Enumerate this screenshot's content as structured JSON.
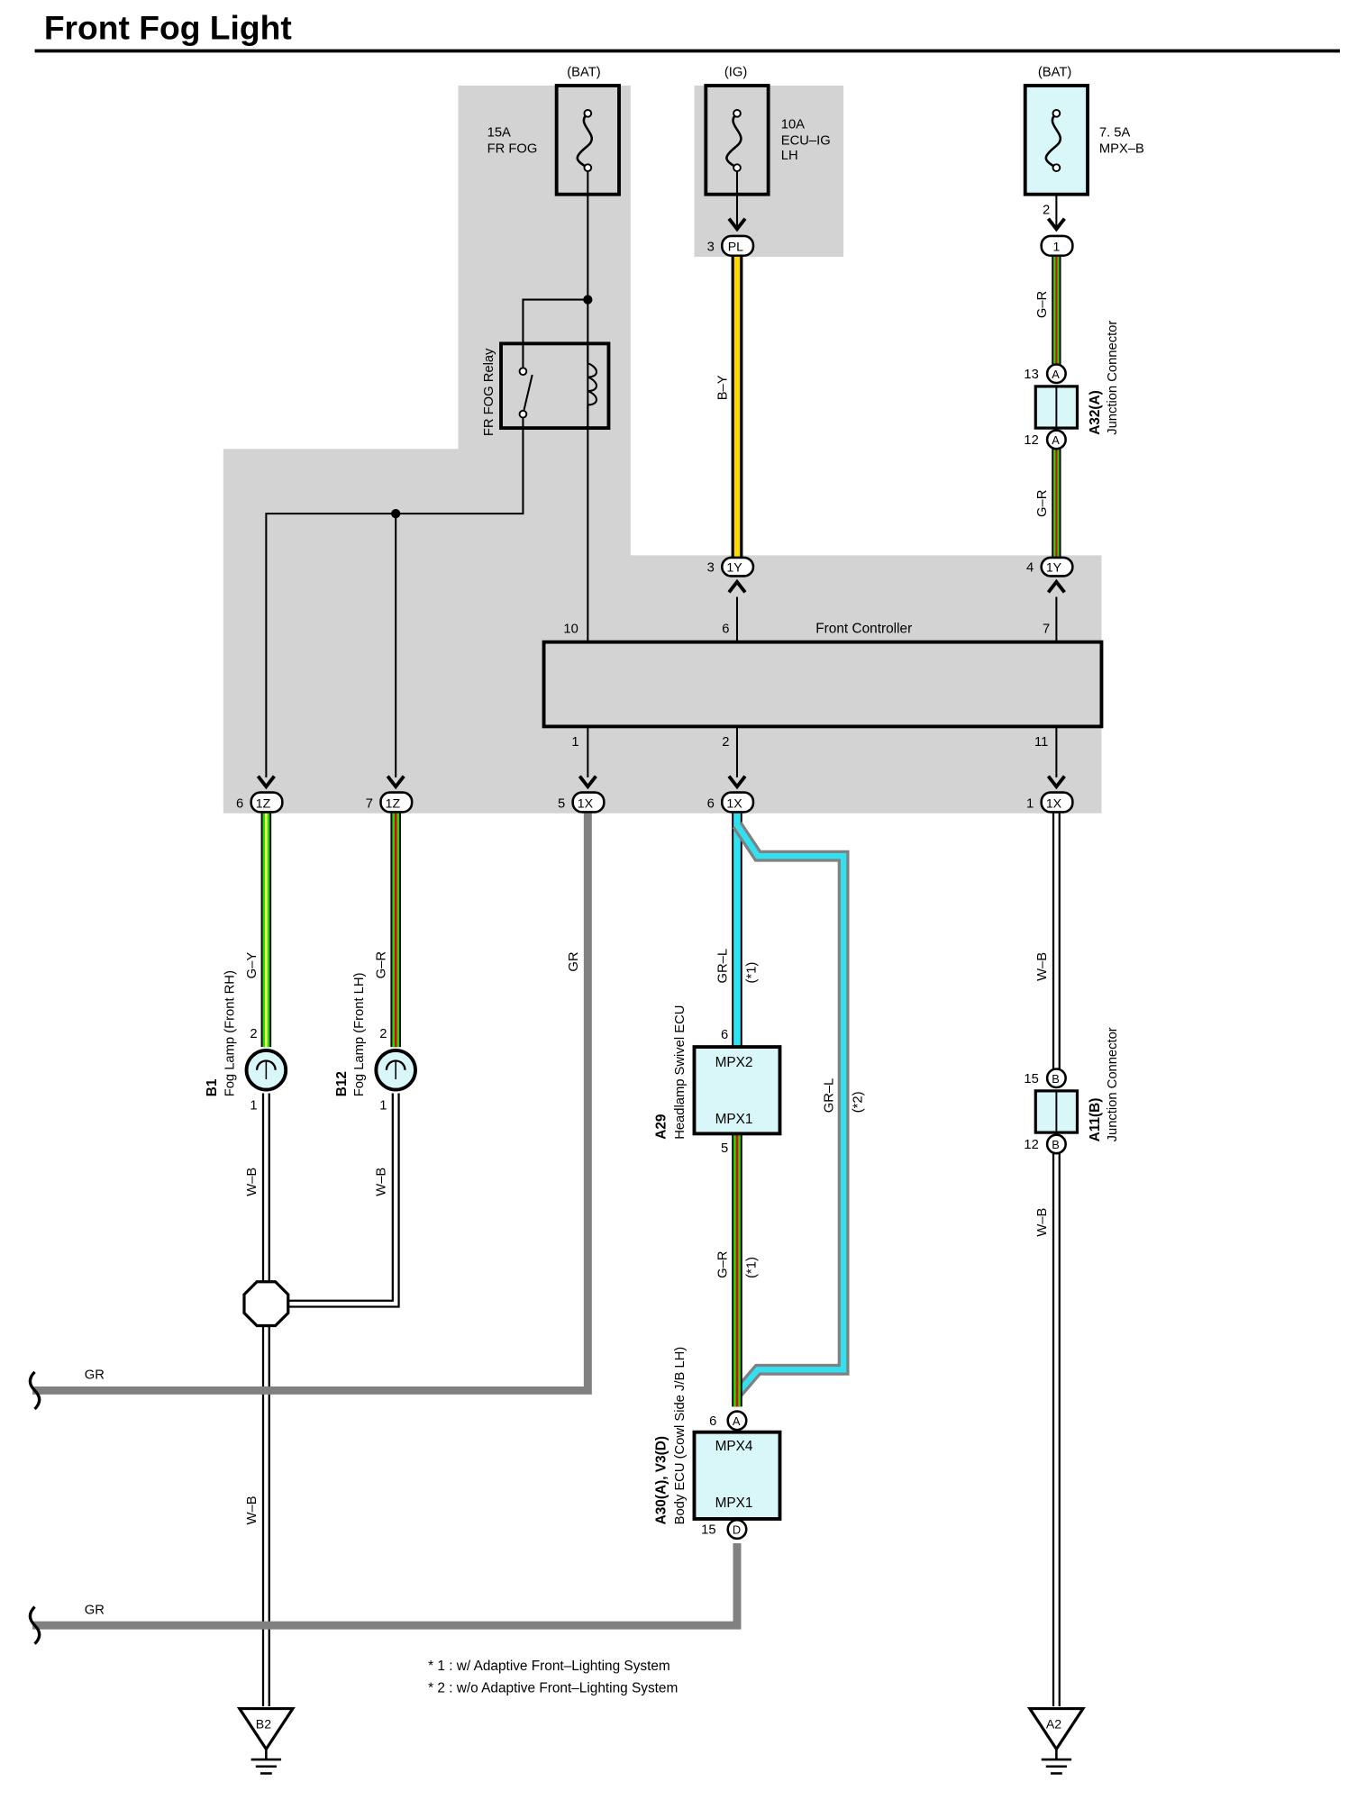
{
  "title": "Front Fog Light",
  "colors": {
    "gray_zone": "#d3d3d3",
    "component_fill": "#d9f6f8",
    "wire_green": "#22dd00",
    "wire_red": "#ee0000",
    "wire_yellow": "#ffd800",
    "wire_cyan": "#33e0f0",
    "wire_gray": "#808080",
    "wire_black": "#000000"
  },
  "power": {
    "bat1": "(BAT)",
    "ig": "(IG)",
    "bat2": "(BAT)"
  },
  "fuses": {
    "fr_fog": {
      "rating": "15A",
      "name": "FR FOG"
    },
    "ecu_ig": {
      "rating": "10A",
      "name1": "ECU–IG",
      "name2": "LH"
    },
    "mpx_b": {
      "rating": "7. 5A",
      "name": "MPX–B"
    }
  },
  "relay": {
    "label": "FR FOG Relay"
  },
  "front_controller": {
    "label": "Front Controller",
    "pins_top": [
      "10",
      "6",
      "7"
    ],
    "pins_bottom": [
      "1",
      "2",
      "11"
    ]
  },
  "connectors": {
    "pl": {
      "code": "PL",
      "pin": "3"
    },
    "c1": {
      "code": "1",
      "pin": "2"
    },
    "y3": {
      "code": "1Y",
      "pin": "3"
    },
    "y4": {
      "code": "1Y",
      "pin": "4"
    },
    "z6": {
      "code": "1Z",
      "pin": "6"
    },
    "z7": {
      "code": "1Z",
      "pin": "7"
    },
    "x5": {
      "code": "1X",
      "pin": "5"
    },
    "x6": {
      "code": "1X",
      "pin": "6"
    },
    "x1": {
      "code": "1X",
      "pin": "1"
    }
  },
  "junction_a32": {
    "code": "A32(A)",
    "name": "Junction Connector",
    "pin_top": "13",
    "pin_bottom": "12",
    "letter": "A"
  },
  "junction_a11": {
    "code": "A11(B)",
    "name": "Junction Connector",
    "pin_top": "15",
    "pin_bottom": "12",
    "letter": "B"
  },
  "lamps": {
    "b1": {
      "code": "B1",
      "name": "Fog Lamp (Front RH)",
      "pin_top": "2",
      "pin_bottom": "1"
    },
    "b12": {
      "code": "B12",
      "name": "Fog Lamp (Front LH)",
      "pin_top": "2",
      "pin_bottom": "1"
    }
  },
  "ecu_a29": {
    "code": "A29",
    "name": "Headlamp Swivel ECU",
    "mpx_top": "MPX2",
    "mpx_bottom": "MPX1",
    "pin_top": "6",
    "pin_bottom": "5"
  },
  "ecu_body": {
    "code": "A30(A), V3(D)",
    "name": "Body ECU (Cowl Side J/B LH)",
    "mpx_top": "MPX4",
    "mpx_bottom": "MPX1",
    "pin_top": "6",
    "pin_bottom": "15",
    "letter_top": "A",
    "letter_bottom": "D"
  },
  "wire_labels": {
    "by": "B–Y",
    "gr_top": "G–R",
    "gr_mid": "G–R",
    "gy": "G–Y",
    "gr_lamp": "G–R",
    "gr_gray": "GR",
    "grl_1": "GR–L",
    "grl_2": "GR–L",
    "wb_right1": "W–B",
    "wb_right2": "W–B",
    "wb_b1": "W–B",
    "wb_b12": "W–B",
    "wb_lower": "W–B",
    "gr_green": "G–R",
    "gr_bus1": "GR",
    "gr_bus2": "GR"
  },
  "notes_marks": {
    "m1a": "(*1)",
    "m1b": "(*1)",
    "m2": "(*2)"
  },
  "grounds": {
    "left": "B2",
    "right": "A2"
  },
  "notes": [
    "* 1 : w/ Adaptive Front–Lighting System",
    "* 2 : w/o Adaptive Front–Lighting System"
  ]
}
